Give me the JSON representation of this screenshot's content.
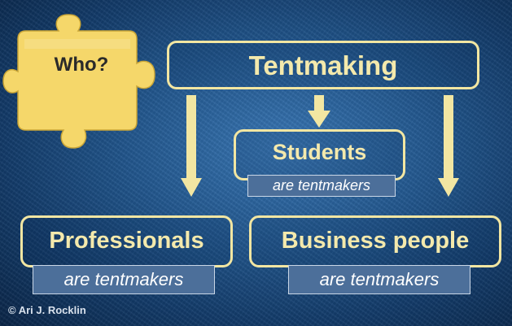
{
  "puzzle": {
    "label": "Who?"
  },
  "nodes": {
    "root": {
      "title": "Tentmaking"
    },
    "students": {
      "title": "Students",
      "tag": "are tentmakers"
    },
    "professionals": {
      "title": "Professionals",
      "tag": "are tentmakers"
    },
    "business": {
      "title": "Business people",
      "tag": "are tentmakers"
    }
  },
  "credit": "© Ari J. Rocklin",
  "colors": {
    "accent": "#f2e6a2",
    "puzzle_fill": "#f5d76a",
    "tag_fill": "#4c6f9a",
    "background": "#1f5088"
  }
}
